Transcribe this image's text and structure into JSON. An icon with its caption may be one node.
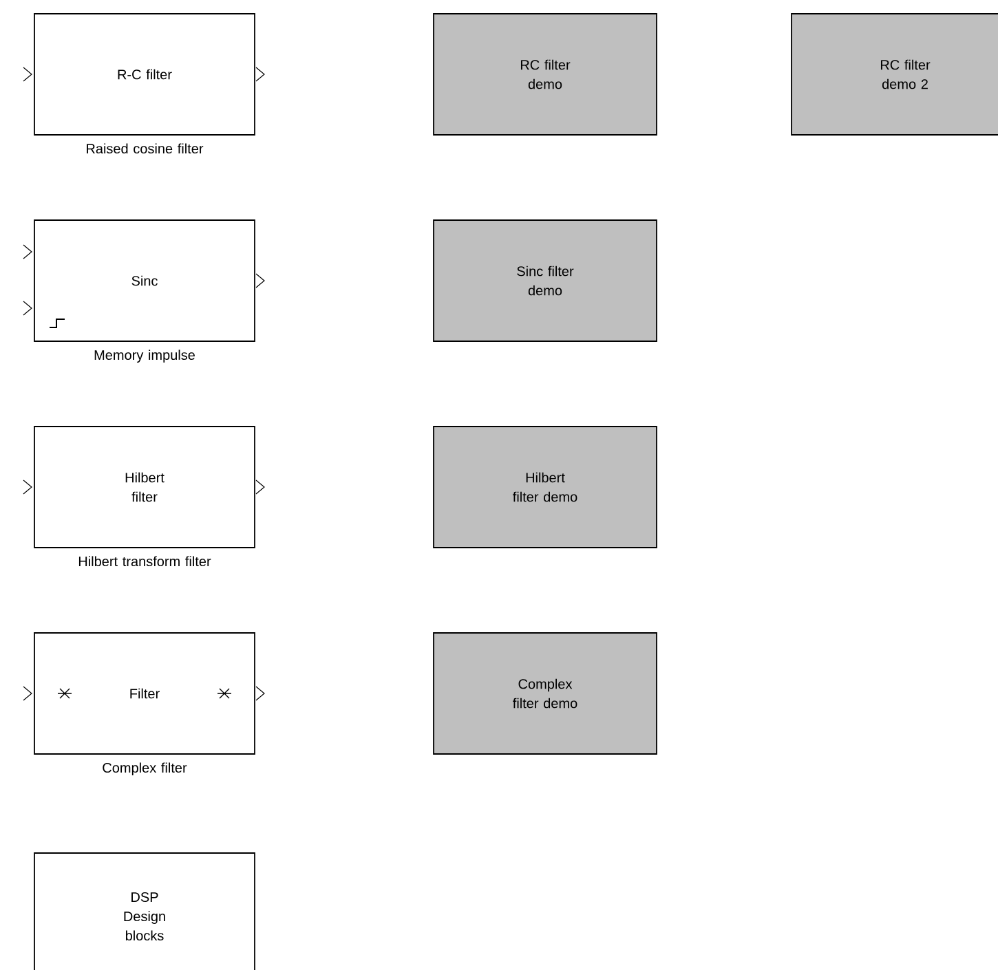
{
  "diagram": {
    "nodes": [
      {
        "text": [
          "R-C filter"
        ],
        "beside": [
          "Raised cosine filter"
        ]
      },
      {
        "text": [
          "RC filter demo"
        ]
      },
      {
        "text": [
          "RC filter demo 2"
        ]
      },
      {
        "text": [
          "Sinc"
        ],
        "beside": [
          "Memory impulse"
        ]
      },
      {
        "text": [
          "Sinc filter demo"
        ]
      },
      {
        "text": [
          "Hilbert filter"
        ],
        "beside": [
          "Hilbert transform filter"
        ]
      },
      {
        "text": [
          "Hilbert filter demo"
        ]
      },
      {
        "text": [
          "Filter"
        ],
        "beside": [
          "Complex filter"
        ]
      },
      {
        "text": [
          "Complex filter demo"
        ]
      },
      {
        "text": [
          "DSP Design blocks"
        ]
      }
    ],
    "edges": []
  }
}
